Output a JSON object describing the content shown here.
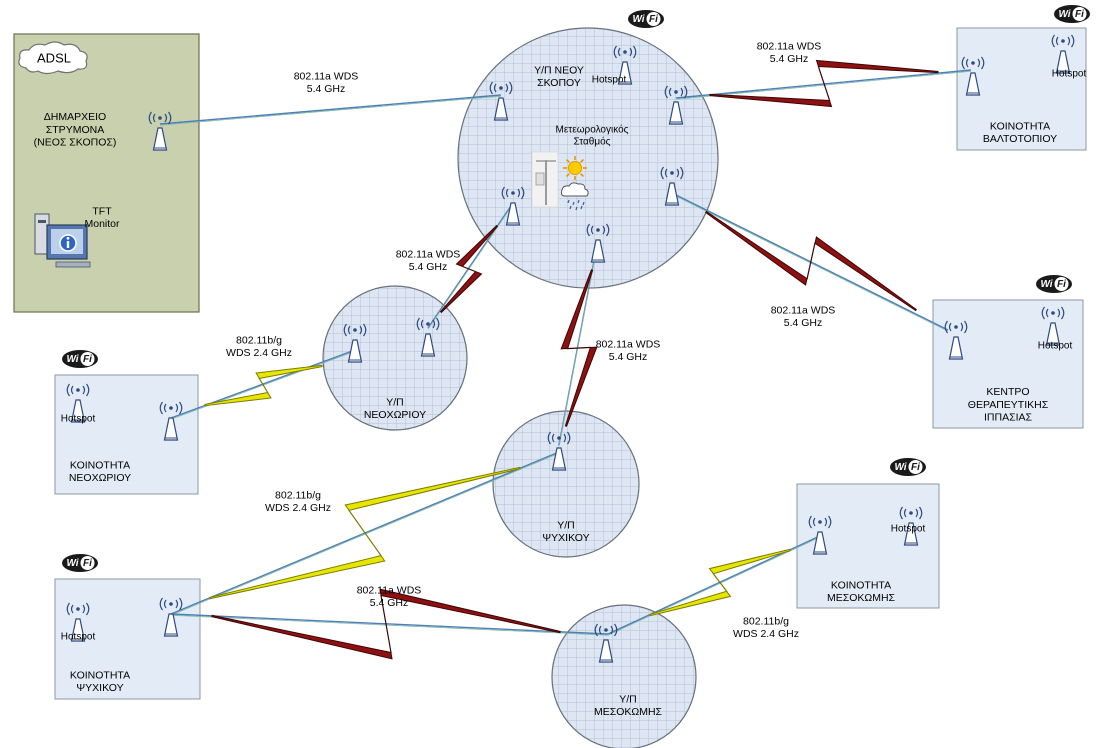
{
  "colors": {
    "background": "#ffffff",
    "box_fill": "#e3ecf6",
    "box_stroke": "#8d97a3",
    "hall_fill": "#c9d0ae",
    "hall_stroke": "#6b7050",
    "grid_fill": "#dde6f2",
    "grid_line": "#b2c1d6",
    "circle_stroke": "#66707b",
    "wds_bolt_fill": "#8e1010",
    "wds_bolt_stroke": "#3c0606",
    "bg_bolt_fill": "#e6e600",
    "bg_bolt_stroke": "#7c7c00",
    "link_line": "#4f7fb8",
    "link_line_light": "#7fb9a8",
    "antenna_stroke": "#2e4a80",
    "antenna_fill": "#ffffff",
    "wifi_badge": "#1a1a1a"
  },
  "labels": {
    "wifi_badge": "WiFi",
    "wifi_badge_left": "Wi",
    "wifi_badge_right": "Fi",
    "hotspot": "Hotspot",
    "adsl": "ADSL",
    "weather_station": [
      "Μετεωρολογικός",
      "Σταθμός"
    ],
    "tft_monitor": [
      "TFT",
      "Monitor"
    ]
  },
  "nodes": {
    "dimarxeio": [
      "ΔΗΜΑΡΧΕΙΟ",
      "ΣΤΡΥΜΟΝΑ",
      "(ΝΕΟΣ ΣΚΟΠΟΣ)"
    ],
    "yp_neos_skopos": [
      "Υ/Π ΝΕΟΥ",
      "ΣΚΟΠΟΥ"
    ],
    "valtotopi": [
      "ΚΟΙΝΟΤΗΤΑ",
      "ΒΑΛΤΟΤΟΠΙΟΥ"
    ],
    "kentro": [
      "ΚΕΝΤΡΟ",
      "ΘΕΡΑΠΕΥΤΙΚΗΣ",
      "ΙΠΠΑΣΙΑΣ"
    ],
    "yp_neoxori": [
      "Υ/Π",
      "ΝΕΟΧΩΡΙΟΥ"
    ],
    "kin_neoxori": [
      "ΚΟΙΝΟΤΗΤΑ",
      "ΝΕΟΧΩΡΙΟΥ"
    ],
    "yp_psyxiko": [
      "Υ/Π",
      "ΨΥΧΙΚΟΥ"
    ],
    "kin_psyxiko": [
      "ΚΟΙΝΟΤΗΤΑ",
      "ΨΥΧΙΚΟΥ"
    ],
    "yp_mesokomi": [
      "Υ/Π",
      "ΜΕΣΟΚΩΜΗΣ"
    ],
    "kin_mesokomi": [
      "ΚΟΙΝΟΤΗΤΑ",
      "ΜΕΣΟΚΩΜΗΣ"
    ]
  },
  "links": {
    "dim_to_neos": [
      "802.11a WDS",
      "5.4 GHz"
    ],
    "neos_to_valto": [
      "802.11a WDS",
      "5.4 GHz"
    ],
    "neos_to_neoxori": [
      "802.11a WDS",
      "5.4 GHz"
    ],
    "neos_to_psyxiko": [
      "802.11a WDS",
      "5.4 GHz"
    ],
    "neos_to_kentro": [
      "802.11a WDS",
      "5.4 GHz"
    ],
    "neoxori_to_kin": [
      "802.11b/g",
      "WDS 2.4 GHz"
    ],
    "psyxiko_to_kin": [
      "802.11b/g",
      "WDS 2.4 GHz"
    ],
    "kinpsy_to_mesokomi": [
      "802.11a WDS",
      "5.4 GHz"
    ],
    "mesokomi_to_kin": [
      "802.11b/g",
      "WDS 2.4 GHz"
    ]
  }
}
